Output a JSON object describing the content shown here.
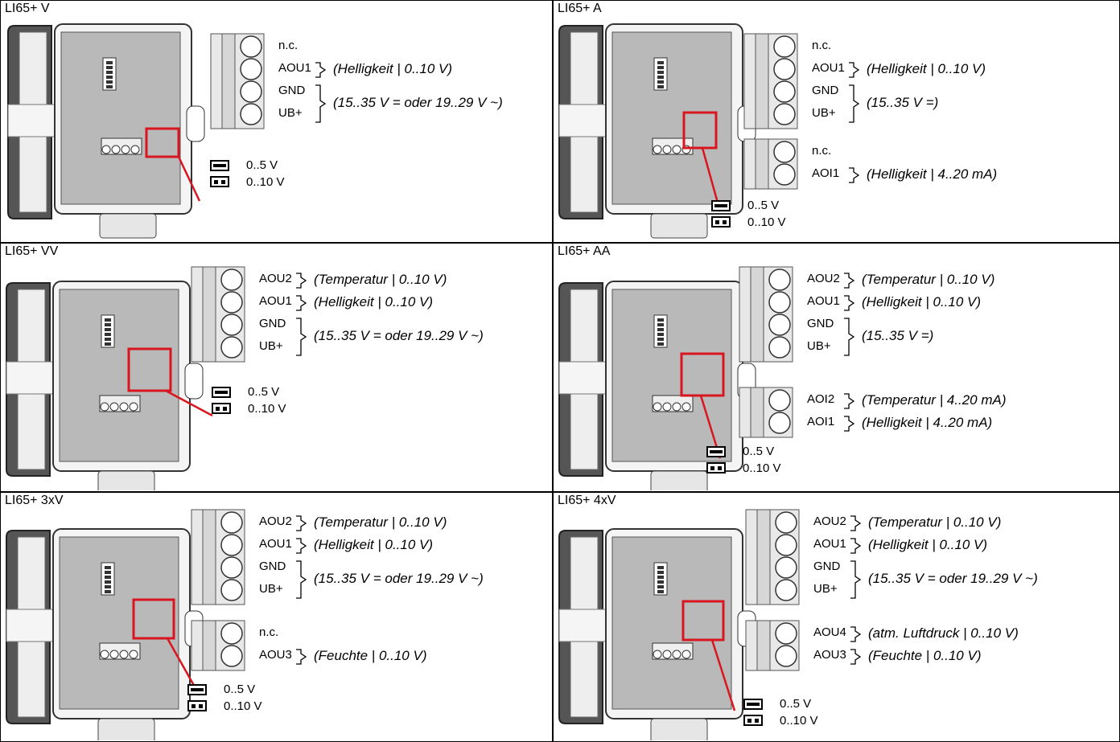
{
  "colors": {
    "highlight": "#d9161f",
    "device_gray": "#b9b9b9",
    "line": "#000000"
  },
  "jumper": {
    "option_5v": "0..5 V",
    "option_10v": "0..10 V"
  },
  "cells": [
    {
      "title": "LI65+ V",
      "blocks": [
        {
          "terminals": [
            "n.c.",
            "AOU1",
            "GND",
            "UB+"
          ],
          "groups": [
            {
              "desc": "(Helligkeit | 0..10 V)"
            },
            {
              "desc": "(15..35 V = oder 19..29 V ~)"
            }
          ]
        }
      ]
    },
    {
      "title": "LI65+ A",
      "blocks": [
        {
          "terminals": [
            "n.c.",
            "AOU1",
            "GND",
            "UB+"
          ],
          "groups": [
            {
              "desc": "(Helligkeit | 0..10 V)"
            },
            {
              "desc": "(15..35 V =)"
            }
          ]
        },
        {
          "terminals": [
            "n.c.",
            "AOI1"
          ],
          "groups": [
            {
              "desc": "(Helligkeit | 4..20 mA)"
            }
          ]
        }
      ]
    },
    {
      "title": "LI65+ VV",
      "blocks": [
        {
          "terminals": [
            "AOU2",
            "AOU1",
            "GND",
            "UB+"
          ],
          "groups": [
            {
              "desc": "(Temperatur | 0..10 V)"
            },
            {
              "desc": "(Helligkeit | 0..10 V)"
            },
            {
              "desc": "(15..35 V = oder 19..29 V ~)"
            }
          ]
        }
      ]
    },
    {
      "title": "LI65+ AA",
      "blocks": [
        {
          "terminals": [
            "AOU2",
            "AOU1",
            "GND",
            "UB+"
          ],
          "groups": [
            {
              "desc": "(Temperatur | 0..10 V)"
            },
            {
              "desc": "(Helligkeit | 0..10 V)"
            },
            {
              "desc": "(15..35 V =)"
            }
          ]
        },
        {
          "terminals": [
            "AOI2",
            "AOI1"
          ],
          "groups": [
            {
              "desc": "(Temperatur | 4..20 mA)"
            },
            {
              "desc": "(Helligkeit | 4..20 mA)"
            }
          ]
        }
      ]
    },
    {
      "title": "LI65+ 3xV",
      "blocks": [
        {
          "terminals": [
            "AOU2",
            "AOU1",
            "GND",
            "UB+"
          ],
          "groups": [
            {
              "desc": "(Temperatur | 0..10 V)"
            },
            {
              "desc": "(Helligkeit | 0..10 V)"
            },
            {
              "desc": "(15..35 V = oder 19..29 V ~)"
            }
          ]
        },
        {
          "terminals": [
            "n.c.",
            "AOU3"
          ],
          "groups": [
            {
              "desc": "(Feuchte | 0..10 V)"
            }
          ]
        }
      ]
    },
    {
      "title": "LI65+ 4xV",
      "blocks": [
        {
          "terminals": [
            "AOU2",
            "AOU1",
            "GND",
            "UB+"
          ],
          "groups": [
            {
              "desc": "(Temperatur | 0..10 V)"
            },
            {
              "desc": "(Helligkeit | 0..10 V)"
            },
            {
              "desc": "(15..35 V = oder 19..29 V ~)"
            }
          ]
        },
        {
          "terminals": [
            "AOU4",
            "AOU3"
          ],
          "groups": [
            {
              "desc": "(atm. Luftdruck | 0..10 V)"
            },
            {
              "desc": "(Feuchte | 0..10 V)"
            }
          ]
        }
      ]
    }
  ]
}
